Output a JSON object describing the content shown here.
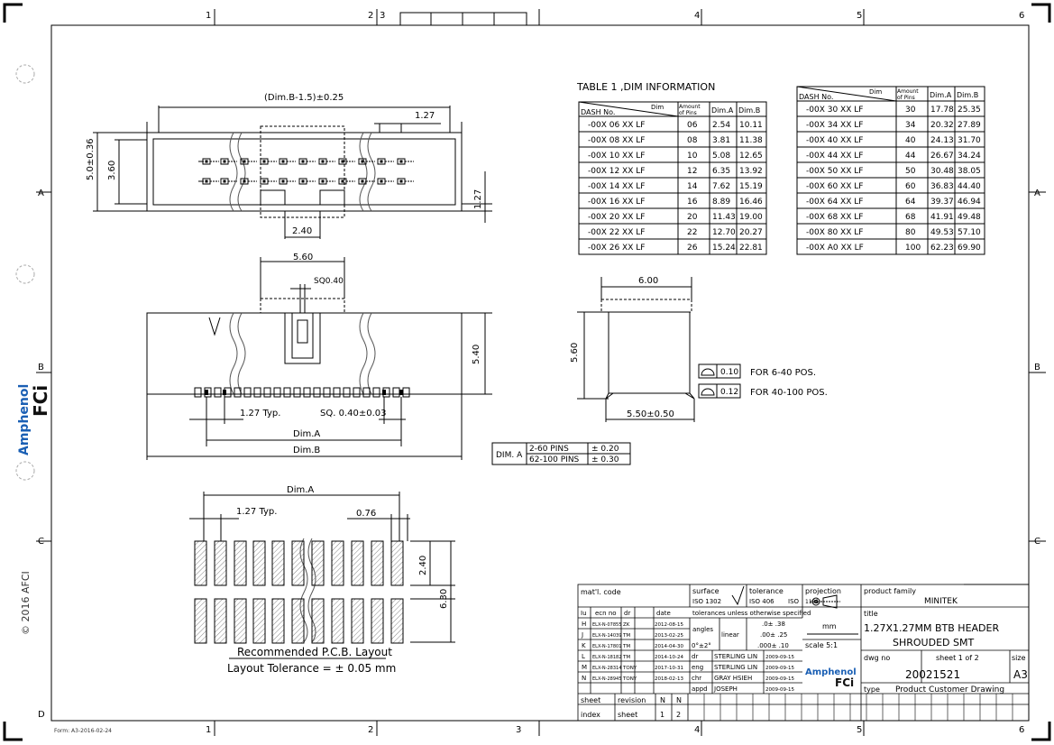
{
  "frame": {
    "col_numbers": [
      "1",
      "2",
      "3",
      "4",
      "5",
      "6"
    ],
    "row_letters": [
      "A",
      "B",
      "C",
      "D"
    ],
    "form_note": "Form: A3-2016-02-24",
    "copyright": "© 2016 AFCI"
  },
  "brand": {
    "name_top": "Amphenol",
    "name_bottom": "FCi"
  },
  "top_view": {
    "dim_overall": "(Dim.B-1.5)±0.25",
    "dim_pitch": "1.27",
    "dim_height": "5.0±0.36",
    "dim_inner": "3.60",
    "dim_right": "1.27",
    "dim_key": "2.40"
  },
  "front_view": {
    "dim_key_width": "5.60",
    "dim_sq": "SQ0.40",
    "dim_height": "5.40",
    "dim_typ": "1.27 Typ.",
    "dim_sq2": "SQ. 0.40±0.03",
    "label_dima": "Dim.A",
    "label_dimb": "Dim.B"
  },
  "side_view": {
    "dim_top": "6.00",
    "dim_height": "5.60",
    "dim_base": "5.50±0.50",
    "flatness": [
      {
        "value": "0.10",
        "text": "FOR 6-40 POS."
      },
      {
        "value": "0.12",
        "text": "FOR 40-100 POS."
      }
    ]
  },
  "dima_tol": {
    "label": "DIM. A",
    "rows": [
      {
        "pins": "2-60 PINS",
        "tol": "± 0.20"
      },
      {
        "pins": "62-100 PINS",
        "tol": "± 0.30"
      }
    ]
  },
  "pcb_layout": {
    "dim_a": "Dim.A",
    "dim_typ": "1.27 Typ.",
    "dim_pad": "0.76",
    "dim_pad_h": "2.40",
    "dim_total_h": "6.30",
    "title": "Recommended P.C.B. Layout",
    "tolerance": "Layout Tolerance = ± 0.05 mm"
  },
  "table1": {
    "title": "TABLE 1 ,DIM INFORMATION",
    "headers": {
      "dash": "DASH No.",
      "dim": "Dim",
      "amount": "Amount of Pins",
      "dima": "Dim.A",
      "dimb": "Dim.B"
    },
    "rows": [
      [
        "-00X 06 XX LF",
        "06",
        "2.54",
        "10.11"
      ],
      [
        "-00X 08 XX LF",
        "08",
        "3.81",
        "11.38"
      ],
      [
        "-00X 10 XX LF",
        "10",
        "5.08",
        "12.65"
      ],
      [
        "-00X 12 XX LF",
        "12",
        "6.35",
        "13.92"
      ],
      [
        "-00X 14 XX LF",
        "14",
        "7.62",
        "15.19"
      ],
      [
        "-00X 16 XX LF",
        "16",
        "8.89",
        "16.46"
      ],
      [
        "-00X 20 XX LF",
        "20",
        "11.43",
        "19.00"
      ],
      [
        "-00X 22 XX LF",
        "22",
        "12.70",
        "20.27"
      ],
      [
        "-00X 26 XX LF",
        "26",
        "15.24",
        "22.81"
      ]
    ]
  },
  "table2": {
    "headers": {
      "dash": "DASH No.",
      "dim": "Dim",
      "amount": "Amount of Pins",
      "dima": "Dim.A",
      "dimb": "Dim.B"
    },
    "rows": [
      [
        "-00X 30 XX LF",
        "30",
        "17.78",
        "25.35"
      ],
      [
        "-00X 34 XX LF",
        "34",
        "20.32",
        "27.89"
      ],
      [
        "-00X 40 XX LF",
        "40",
        "24.13",
        "31.70"
      ],
      [
        "-00X 44 XX LF",
        "44",
        "26.67",
        "34.24"
      ],
      [
        "-00X 50 XX LF",
        "50",
        "30.48",
        "38.05"
      ],
      [
        "-00X 60 XX LF",
        "60",
        "36.83",
        "44.40"
      ],
      [
        "-00X 64 XX LF",
        "64",
        "39.37",
        "46.94"
      ],
      [
        "-00X 68 XX LF",
        "68",
        "41.91",
        "49.48"
      ],
      [
        "-00X 80 XX LF",
        "80",
        "49.53",
        "57.10"
      ],
      [
        "-00X A0 XX LF",
        "100",
        "62.23",
        "69.90"
      ]
    ]
  },
  "title_block": {
    "matl_code": "mat'l. code",
    "surface": "surface",
    "surface_iso": "ISO 1302",
    "tolerance": "tolerance",
    "tolerance_iso": "ISO 406",
    "iso": "ISO",
    "projection": "projection",
    "projection_iso": "1101",
    "product_family_label": "product family",
    "product_family": "MINITEK",
    "tol_unless": "tolerances unless otherwise specified",
    "lu": "Iu",
    "ecn": "ecn no",
    "dr": "dr",
    "date": "date",
    "angles": "angles",
    "angles_val": "0°±2°",
    "linear": "linear",
    "lin1": ".0± .38",
    "lin2": ".00± .25",
    "lin3": ".000± .10",
    "mm": "mm",
    "scale": "scale 5:1",
    "title_label": "title",
    "title_line1": "1.27X1.27MM BTB HEADER",
    "title_line2": "SHROUDED SMT",
    "revs": [
      [
        "H",
        "ELX-N-07855",
        "ZK",
        "2012-08-15"
      ],
      [
        "J",
        "ELX-N-14039",
        "TM",
        "2013-02-25"
      ],
      [
        "K",
        "ELX-N-17801",
        "TM",
        "2014-04-30"
      ],
      [
        "L",
        "ELX-N-18182",
        "TM",
        "2014-10-24"
      ],
      [
        "M",
        "ELX-N-28314",
        "TONY",
        "2017-10-31"
      ],
      [
        "N",
        "ELX-N-28945",
        "TONY",
        "2018-02-13"
      ]
    ],
    "signs": [
      [
        "dr",
        "STERLING LIN",
        "2009-09-15"
      ],
      [
        "eng",
        "STERLING LIN",
        "2009-09-15"
      ],
      [
        "chr",
        "GRAY HSIEH",
        "2009-09-15"
      ],
      [
        "appd",
        "JOSEPH",
        "2009-09-15"
      ]
    ],
    "dwg_no_label": "dwg no",
    "dwg_no": "20021521",
    "sheet_label": "sheet 1 of 2",
    "size_label": "size",
    "size": "A3",
    "type_label": "type",
    "type": "Product Customer Drawing",
    "sheet_col": "sheet",
    "revision_col": "revision",
    "index_row": "index",
    "sheet_row": "sheet",
    "n": "N",
    "n2": "N",
    "one": "1",
    "two": "2"
  },
  "colors": {
    "line": "#000000",
    "brand_blue": "#1a5fb4",
    "hatch": "#555555"
  }
}
